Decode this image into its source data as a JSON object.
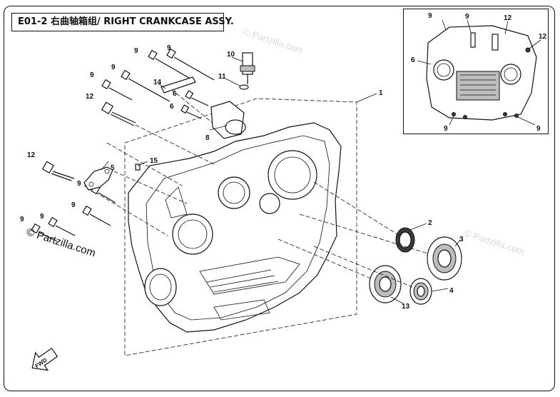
{
  "title": "E01-2 右曲轴箱组/ RIGHT CRANKCASE ASSY.",
  "watermark": "© Partzilla.com",
  "fwd_label": "FWD",
  "callouts": {
    "c1": "1",
    "c2": "2",
    "c3": "3",
    "c4": "4",
    "c5": "5",
    "c6a": "6",
    "c6b": "6",
    "c8": "8",
    "c9a": "9",
    "c9b": "9",
    "c9c": "9",
    "c9d": "9",
    "c9e": "9",
    "c9f": "9",
    "c9g": "9",
    "c10": "10",
    "c11": "11",
    "c12a": "12",
    "c12b": "12",
    "c13": "13",
    "c14": "14",
    "c15": "15"
  },
  "inset_callouts": {
    "i9a": "9",
    "i9b": "9",
    "i12a": "12",
    "i12b": "12",
    "i6": "6",
    "i9c": "9",
    "i9d": "9"
  }
}
